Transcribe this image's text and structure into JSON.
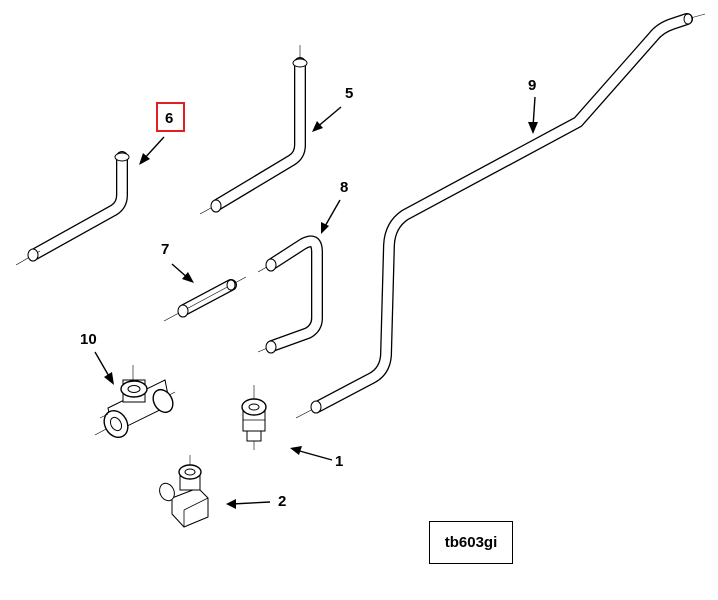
{
  "diagram": {
    "reference_code": "tb603gi",
    "highlight_color": "#e02020",
    "callouts": [
      {
        "id": "1",
        "label": "1",
        "highlighted": false
      },
      {
        "id": "2",
        "label": "2",
        "highlighted": false
      },
      {
        "id": "5",
        "label": "5",
        "highlighted": false
      },
      {
        "id": "6",
        "label": "6",
        "highlighted": true
      },
      {
        "id": "7",
        "label": "7",
        "highlighted": false
      },
      {
        "id": "8",
        "label": "8",
        "highlighted": false
      },
      {
        "id": "9",
        "label": "9",
        "highlighted": false
      },
      {
        "id": "10",
        "label": "10",
        "highlighted": false
      }
    ]
  }
}
